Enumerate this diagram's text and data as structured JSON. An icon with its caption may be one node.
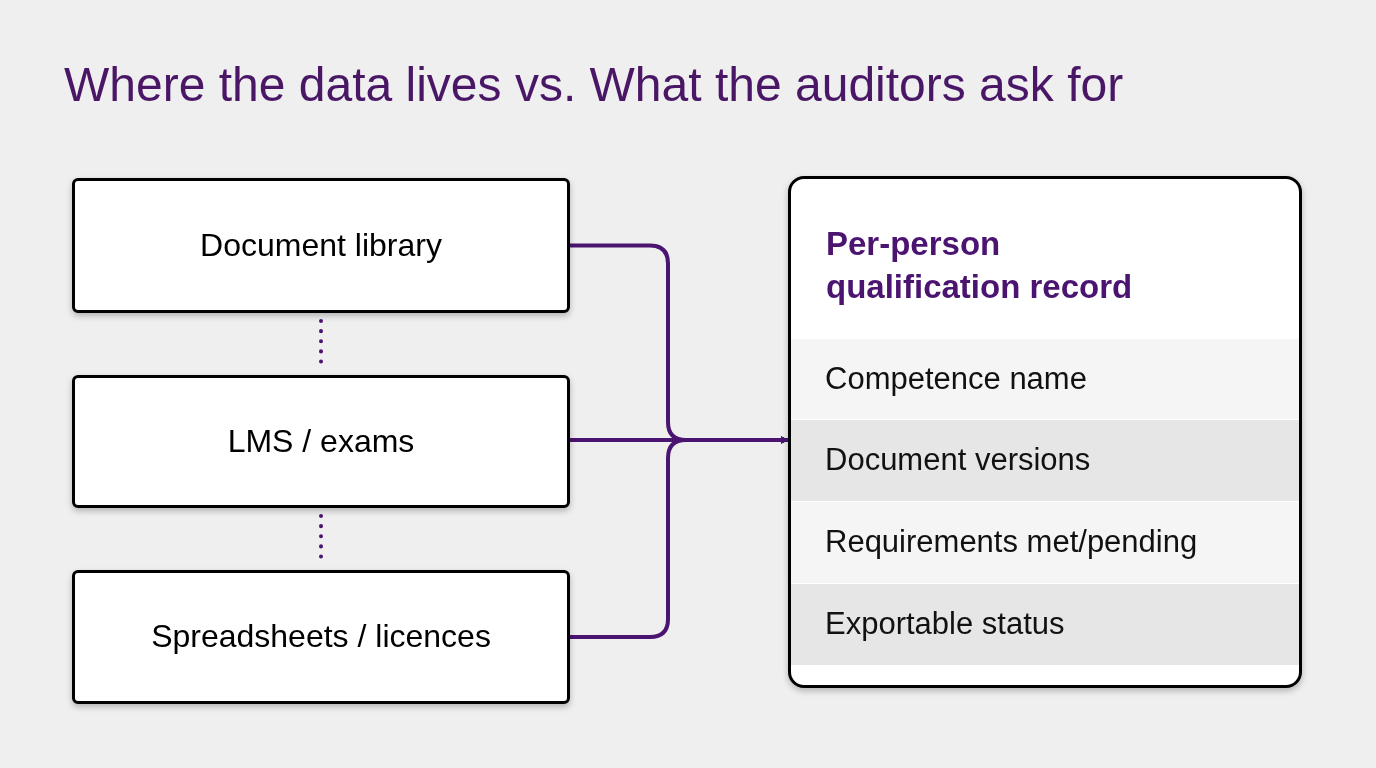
{
  "diagram": {
    "title": "Where the data lives vs. What the auditors ask for",
    "nodes": [
      {
        "text": [
          "Document library"
        ]
      },
      {
        "text": [
          "LMS / exams"
        ]
      },
      {
        "text": [
          "Spreadsheets / licences"
        ]
      },
      {
        "text": [
          "Per-person qualification record"
        ]
      },
      {
        "text": [
          "Competence name"
        ],
        "in": 3
      },
      {
        "text": [
          "Document versions"
        ],
        "in": 3
      },
      {
        "text": [
          "Requirements met/pending"
        ],
        "in": 3
      },
      {
        "text": [
          "Exportable status"
        ],
        "in": 3
      }
    ],
    "edges": [
      {
        "from": 0,
        "to": 3,
        "arrow": "to"
      },
      {
        "from": 1,
        "to": 3,
        "arrow": "to"
      },
      {
        "from": 2,
        "to": 3,
        "arrow": "to"
      },
      {
        "from": 0,
        "to": 1,
        "arrow": "none",
        "style": "dashed"
      },
      {
        "from": 1,
        "to": 2,
        "arrow": "none",
        "style": "dashed"
      }
    ]
  }
}
